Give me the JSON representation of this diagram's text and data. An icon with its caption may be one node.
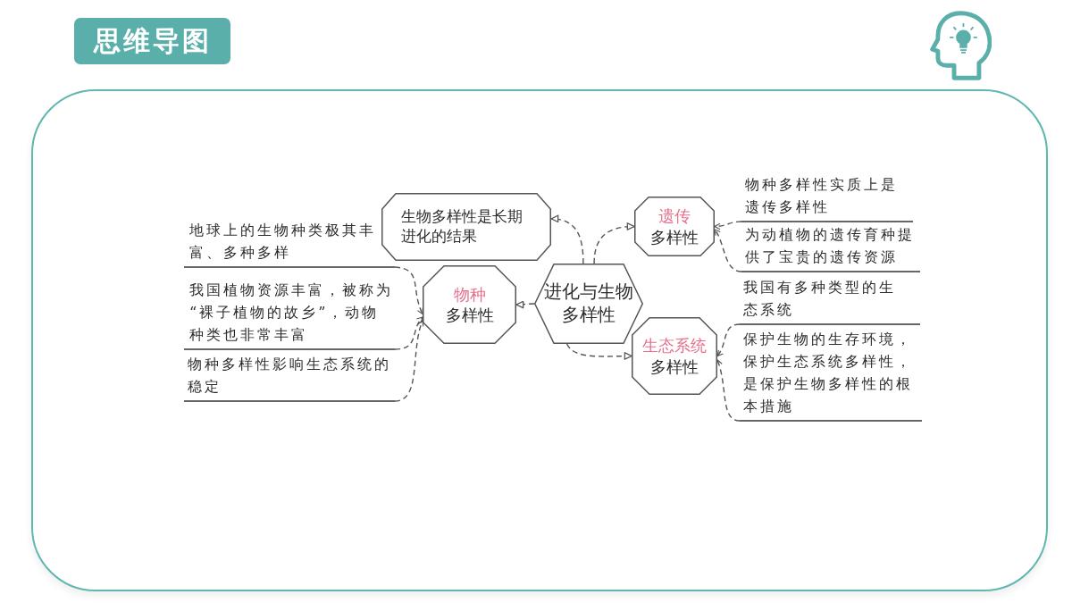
{
  "diagram": {
    "title": "思维导图",
    "nodes": [
      {
        "text": [
          "进化与生物多样性"
        ]
      },
      {
        "text": [
          "生物多样性是长期进化的结果"
        ]
      },
      {
        "text": [
          "物种",
          "多样性"
        ]
      },
      {
        "text": [
          "遗传",
          "多样性"
        ]
      },
      {
        "text": [
          "生态系统",
          "多样性"
        ]
      },
      {
        "text": [
          "地球上的生物种类极其丰富、多种多样"
        ]
      },
      {
        "text": [
          "我国植物资源丰富，被称为“裸子植物的故乡”，动物种类也非常丰富"
        ]
      },
      {
        "text": [
          "物种多样性影响生态系统的稳定"
        ]
      },
      {
        "text": [
          "物种多样性实质上是遗传多样性"
        ]
      },
      {
        "text": [
          "为动植物的遗传育种提供了宝贵的遗传资源"
        ]
      },
      {
        "text": [
          "我国有多种类型的生态系统"
        ]
      },
      {
        "text": [
          "保护生物的生存环境，保护生态系统多样性，是保护生物多样性的根本措施"
        ]
      }
    ],
    "edges": [
      {
        "from": 0,
        "to": 1,
        "arrow": "to",
        "style": "dashed"
      },
      {
        "from": 0,
        "to": 3,
        "arrow": "to",
        "style": "dashed"
      },
      {
        "from": 0,
        "to": 2,
        "arrow": "to",
        "style": "dashed"
      },
      {
        "from": 0,
        "to": 4,
        "arrow": "to",
        "style": "dashed"
      },
      {
        "from": 5,
        "to": 2,
        "arrow": "to",
        "style": "dashed"
      },
      {
        "from": 6,
        "to": 2,
        "arrow": "to",
        "style": "dashed"
      },
      {
        "from": 7,
        "to": 2,
        "arrow": "to",
        "style": "dashed"
      },
      {
        "from": 8,
        "to": 3,
        "arrow": "to",
        "style": "dashed"
      },
      {
        "from": 9,
        "to": 3,
        "arrow": "to",
        "style": "dashed"
      },
      {
        "from": 10,
        "to": 4,
        "arrow": "to",
        "style": "dashed"
      },
      {
        "from": 11,
        "to": 4,
        "arrow": "to",
        "style": "dashed"
      }
    ]
  }
}
